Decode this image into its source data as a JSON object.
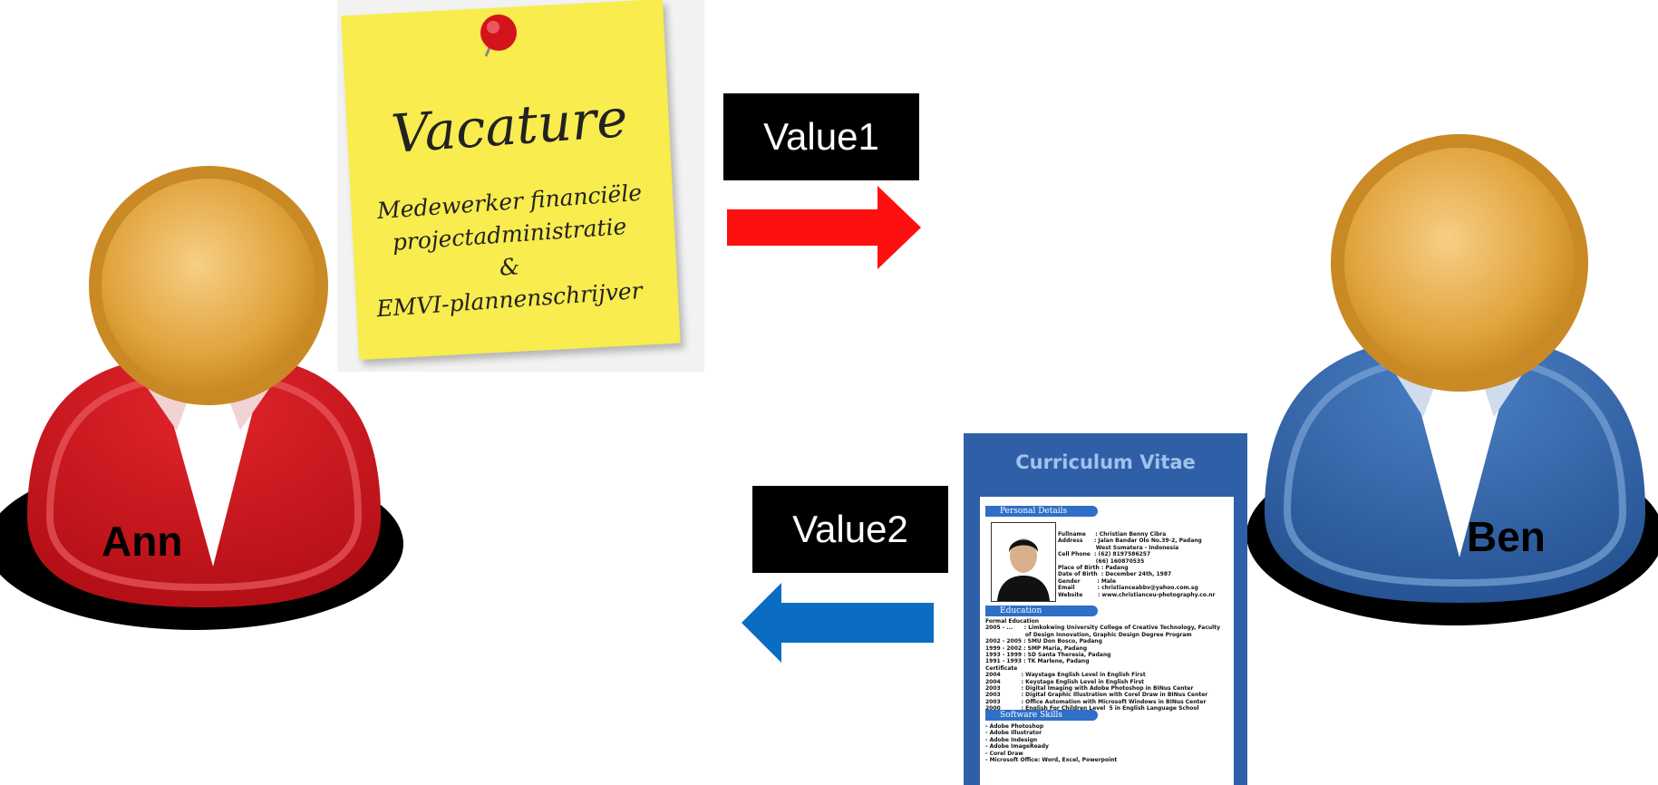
{
  "people": {
    "left": {
      "name": "Ann",
      "body_color": "#c3121a",
      "head_color": "#e0a13a"
    },
    "right": {
      "name": "Ben",
      "body_color": "#2f61a4",
      "head_color": "#e0a13a"
    }
  },
  "note": {
    "title": "Vacature",
    "lines": [
      "Medewerker financiële",
      "projectadministratie",
      "&",
      "EMVI-plannenschrijver"
    ]
  },
  "flows": [
    {
      "label": "Value1",
      "direction": "right",
      "color": "#ff1010"
    },
    {
      "label": "Value2",
      "direction": "left",
      "color": "#0a6dc2"
    }
  ],
  "cv": {
    "title": "Curriculum Vitae",
    "sections": [
      "Personal Details",
      "Education",
      "Software Skills"
    ],
    "personal_details": "Fullname     : Christian Benny Cibra\nAddress      : Jalan Bandar Olo No.39-2, Padang\n                    West Sumatera - Indonesia\nCell Phone  : (62) 8197586257\n                    (66) 160870535\nPlace of Birth : Padang\nDate of Birth  : December 24th, 1987\nGender         : Male\nEmail            : christianceabbv@yahoo.com.sg\nWebsite        : www.christianceu-photography.co.nr",
    "education": "Formal Education\n2005 - ...      : Limkokwing University College of Creative Technology, Faculty\n                     of Design Innovation, Graphic Design Degree Program\n2002 - 2005 : SMU Don Bosco, Padang\n1999 - 2002 : SMP Maria, Padang\n1993 - 1999 : SD Santa Theresia, Padang\n1991 - 1993 : TK Marlene, Padang\nCertificate\n2004           : Waystage English Level in English First\n2004           : Keystage English Level in English First\n2003           : Digital Imaging with Adobe Photoshop in BINus Center\n2003           : Digital Graphic Illustration with Corel Draw in BINus Center\n2003           : Office Automation with Microsoft Windows in BINus Center\n2000           : English For Children Level  5 in English Language School",
    "software_skills": "- Adobe Photoshop\n- Adobe Illustrator\n- Adobe Indesign\n- Adobe ImageReady\n- Corel Draw\n- Microsoft Office: Word, Excel, Powerpoint"
  }
}
